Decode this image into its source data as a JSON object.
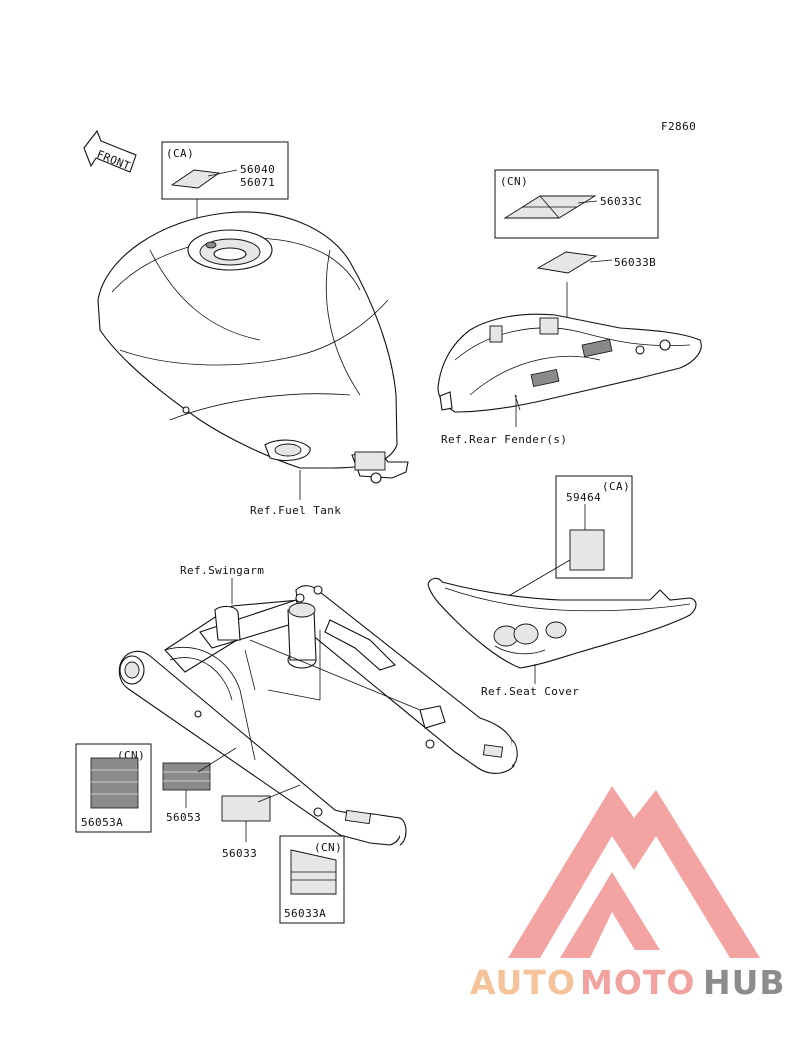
{
  "figure_code": "F2860",
  "front_arrow": "FRONT",
  "labels": {
    "ca_1": "(CA)",
    "p_56040": "56040",
    "p_56071": "56071",
    "cn_1": "(CN)",
    "p_56033c": "56033C",
    "p_56033b": "56033B",
    "ref_rear_fender": "Ref.Rear Fender(s)",
    "ref_fuel_tank": "Ref.Fuel Tank",
    "ca_2": "(CA)",
    "p_59464": "59464",
    "ref_swingarm": "Ref.Swingarm",
    "ref_seat_cover": "Ref.Seat Cover",
    "cn_2": "(CN)",
    "p_56053a": "56053A",
    "p_56053": "56053",
    "p_56033": "56033",
    "cn_3": "(CN)",
    "p_56033a": "56033A"
  },
  "watermark": {
    "auto": "AUTO",
    "moto": "MOTO",
    "hub": "HUB",
    "colors": {
      "auto": "#f5c39a",
      "moto": "#f2a39f",
      "hub": "#8c8c8c",
      "logo": "#f4a3a3"
    }
  }
}
